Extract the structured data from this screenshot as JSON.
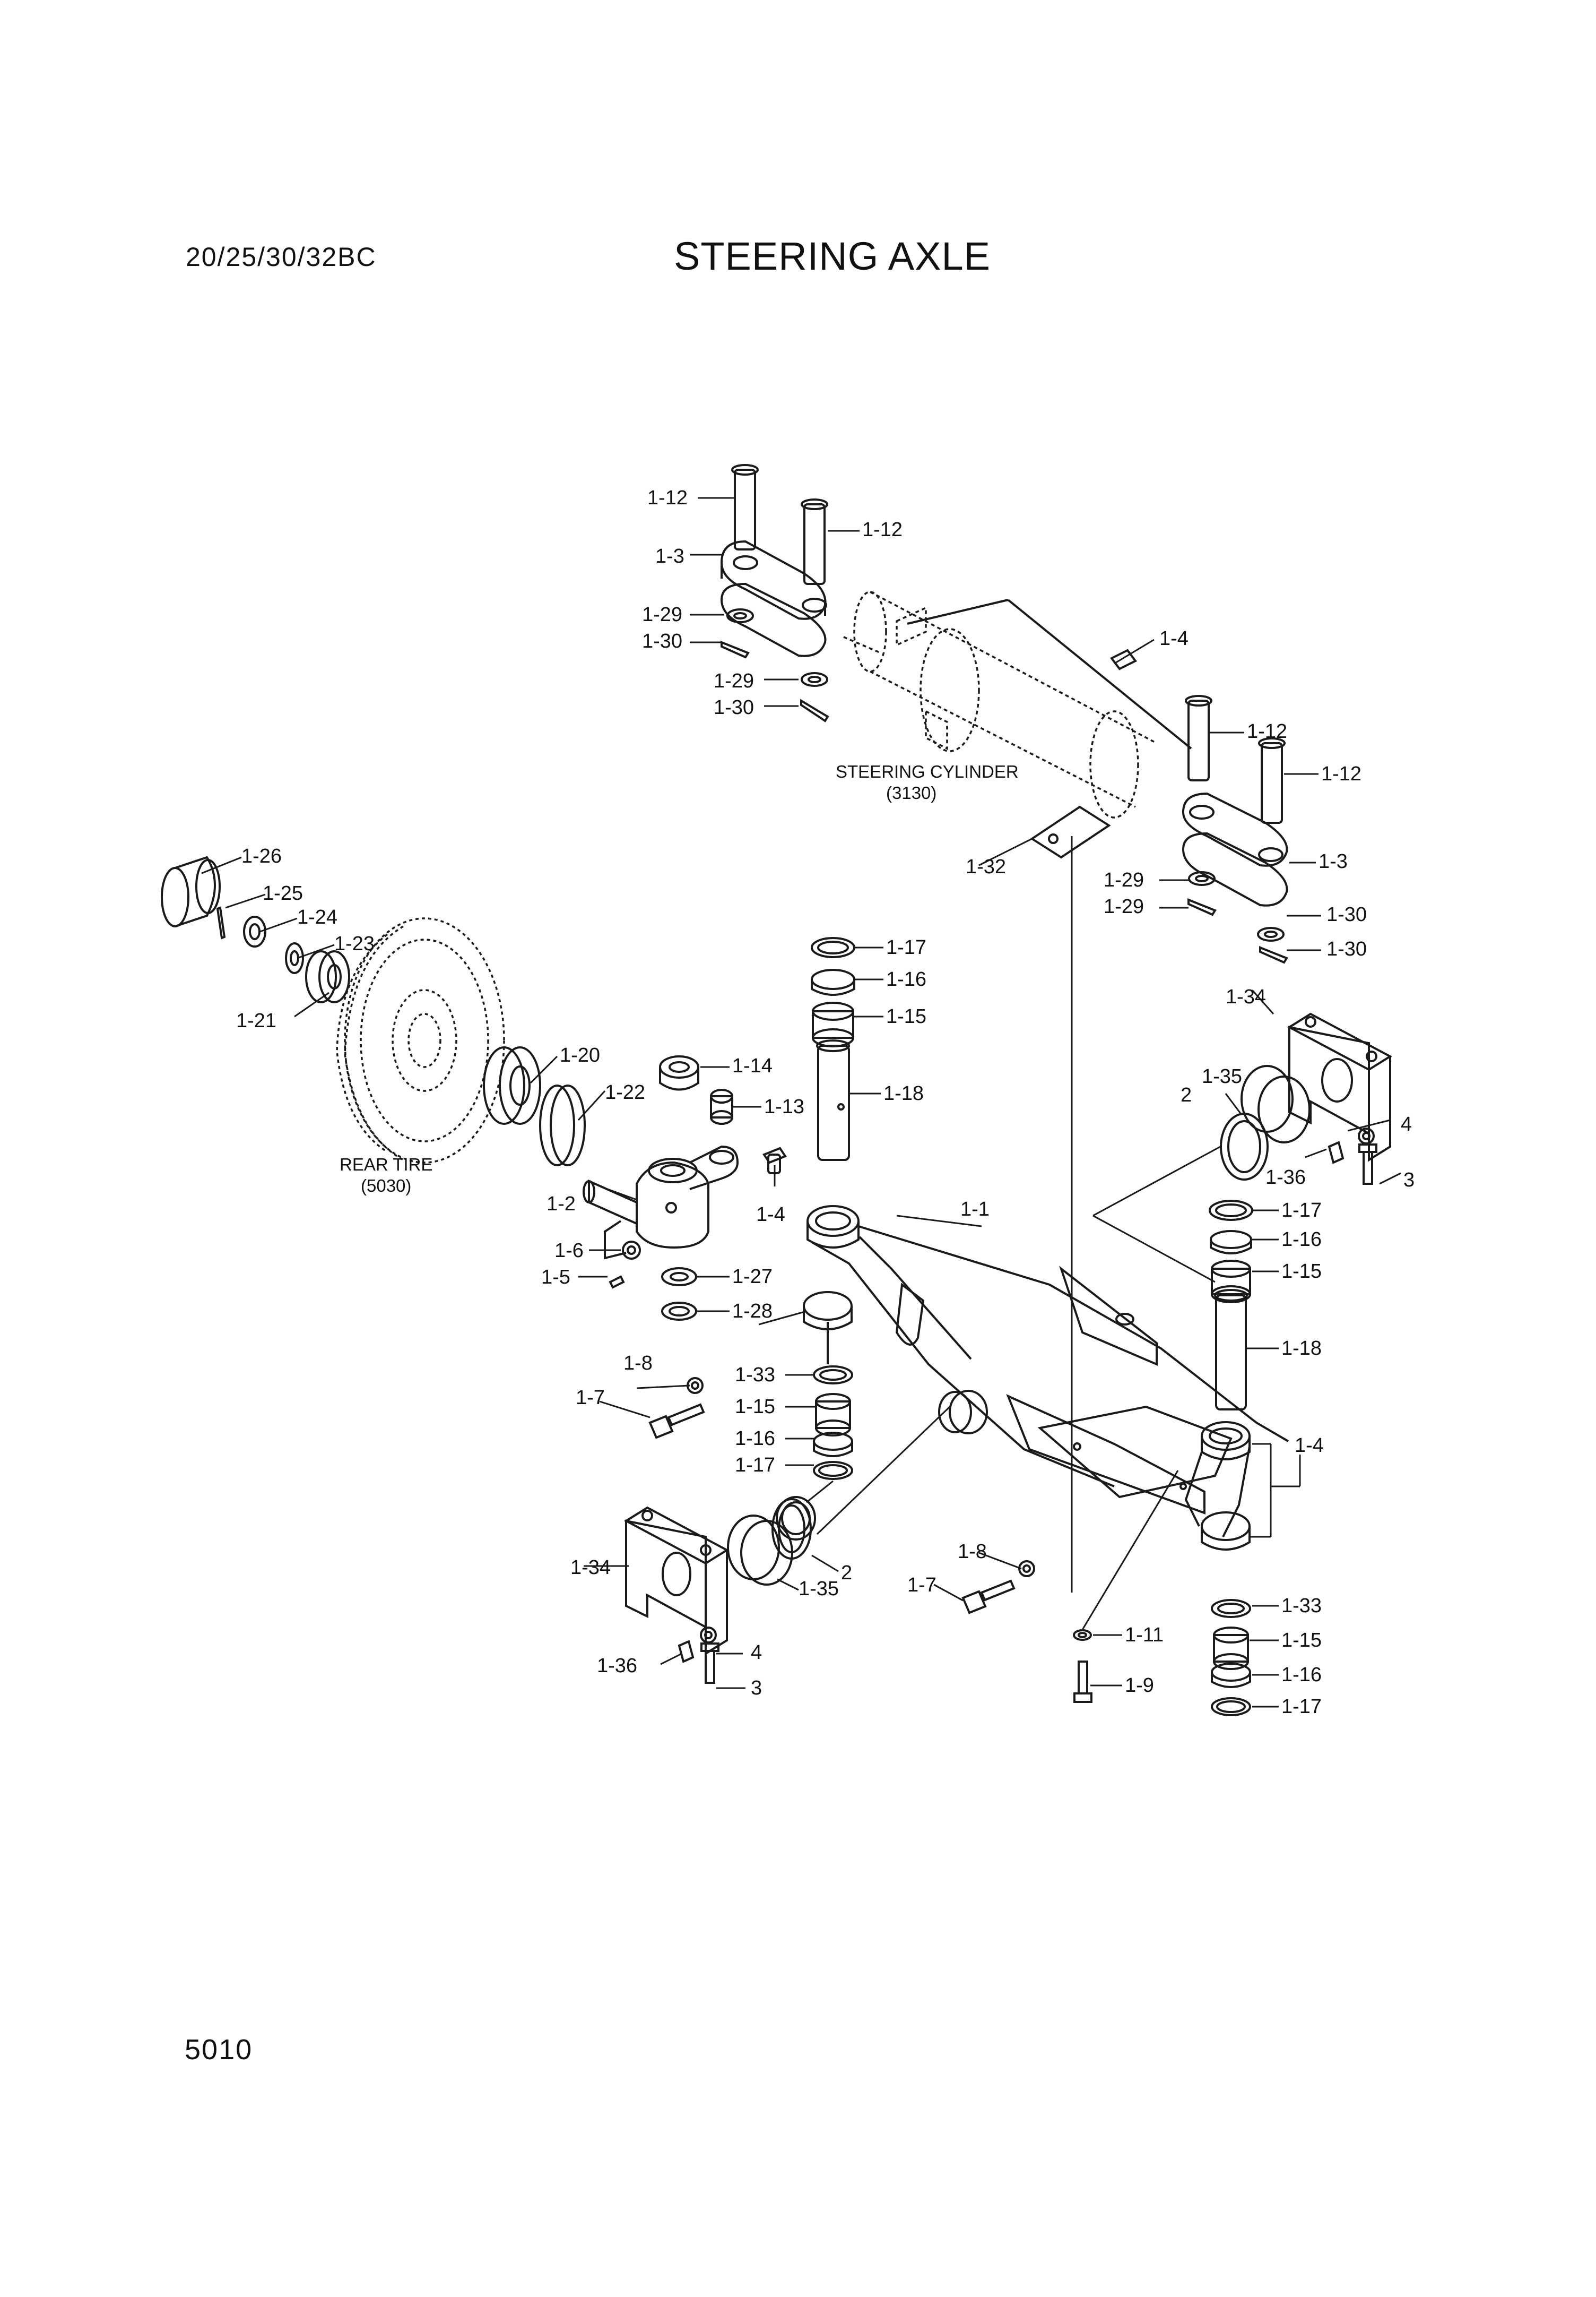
{
  "header": {
    "model": "20/25/30/32BC",
    "title": "STEERING AXLE"
  },
  "footer": {
    "page_number": "5010"
  },
  "diagram": {
    "annotations": {
      "steering_cylinder": "STEERING CYLINDER",
      "steering_cylinder_ref": "(3130)",
      "rear_tire": "REAR TIRE",
      "rear_tire_ref": "(5030)"
    },
    "callouts": [
      "1-12",
      "1-12",
      "1-3",
      "1-29",
      "1-30",
      "1-29",
      "1-30",
      "1-4",
      "1-12",
      "1-12",
      "1-3",
      "1-29",
      "1-30",
      "1-29",
      "1-30",
      "1-32",
      "1-26",
      "1-25",
      "1-24",
      "1-23",
      "1-21",
      "1-20",
      "1-22",
      "1-17",
      "1-16",
      "1-15",
      "1-14",
      "1-13",
      "1-18",
      "1-4",
      "1-2",
      "1-1",
      "1-6",
      "1-5",
      "1-27",
      "1-28",
      "1-34",
      "1-35",
      "2",
      "4",
      "1-36",
      "3",
      "1-17",
      "1-16",
      "1-15",
      "1-18",
      "1-4",
      "1-8",
      "1-7",
      "1-33",
      "1-15",
      "1-16",
      "1-17",
      "1-34",
      "1-35",
      "2",
      "4",
      "1-36",
      "3",
      "1-8",
      "1-7",
      "1-11",
      "1-9",
      "1-33",
      "1-15",
      "1-16",
      "1-17"
    ]
  }
}
